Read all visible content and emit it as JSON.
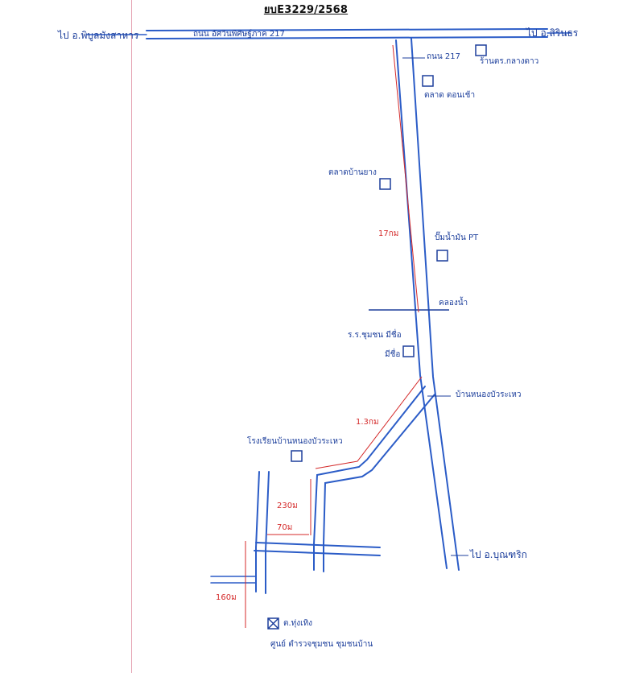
{
  "title": "ยบE3229/2568",
  "labels": {
    "to_district_left": "ไป อ.พิบูลมังสาหาร",
    "main_road": "ถนน อัศวินพิศิษฐ์ภาค 217",
    "to_district_right": "ไป อ.สิรินธร",
    "road_217": "ถนน 217",
    "shop_top": "ร้านตร.กลางดาว",
    "shop_second": "ตลาด ตอนเช้า",
    "market": "ตลาดบ้านยาง",
    "gas_station": "ปั๊มน้ำมัน PT",
    "canal": "คลองน้ำ",
    "school": "ร.ร.ชุมชน มีชื่อ",
    "school_2": "มีชื่อ",
    "village_junction": "บ้านหนองบัวระเหว",
    "health_center": "โรงเรียนบ้านหนองบัวระเหว",
    "to_district_bottom": "ไป อ.บุณฑริก",
    "site_label": "ต.ทุ่งเทิง",
    "site_label_2": "ศูนย์ ตำรวจชุมชน ชุมชนบ้าน"
  },
  "distances": {
    "d1": "17กม",
    "d2": "1.3กม",
    "d3": "230ม",
    "d4": "70ม",
    "d5": "160ม"
  },
  "icons": {
    "landmark": "landmark-square-icon",
    "site": "site-crossed-square-icon"
  },
  "colors": {
    "road": "#2b5cc7",
    "ink": "#1d3f9c",
    "dimension": "#d42a2a",
    "margin": "#e6a6b4"
  }
}
